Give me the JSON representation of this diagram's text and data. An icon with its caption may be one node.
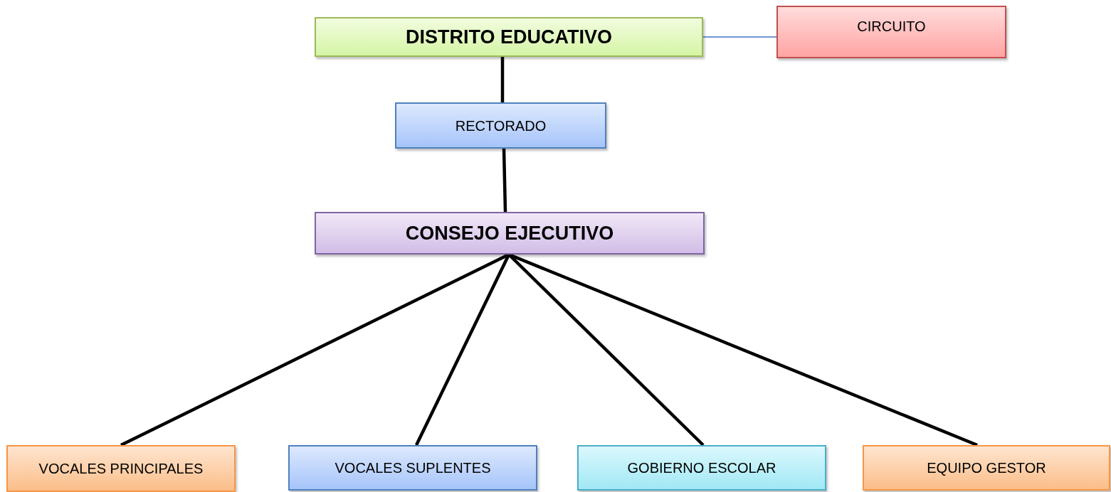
{
  "diagram": {
    "nodes": [
      {
        "text": [
          "DISTRITO EDUCATIVO"
        ]
      },
      {
        "text": [
          "CIRCUITO"
        ]
      },
      {
        "text": [
          "RECTORADO"
        ]
      },
      {
        "text": [
          "CONSEJO EJECUTIVO"
        ]
      },
      {
        "text": [
          "VOCALES PRINCIPALES"
        ]
      },
      {
        "text": [
          "VOCALES SUPLENTES"
        ]
      },
      {
        "text": [
          "GOBIERNO ESCOLAR"
        ]
      },
      {
        "text": [
          "EQUIPO GESTOR"
        ]
      }
    ],
    "edges": [
      {
        "from": 0,
        "to": 1,
        "arrow": "none",
        "color": "#4472c4"
      },
      {
        "from": 0,
        "to": 2,
        "arrow": "none"
      },
      {
        "from": 2,
        "to": 3,
        "arrow": "none"
      },
      {
        "from": 3,
        "to": 4,
        "arrow": "none"
      },
      {
        "from": 3,
        "to": 5,
        "arrow": "none"
      },
      {
        "from": 3,
        "to": 6,
        "arrow": "none"
      },
      {
        "from": 3,
        "to": 7,
        "arrow": "none"
      }
    ]
  }
}
